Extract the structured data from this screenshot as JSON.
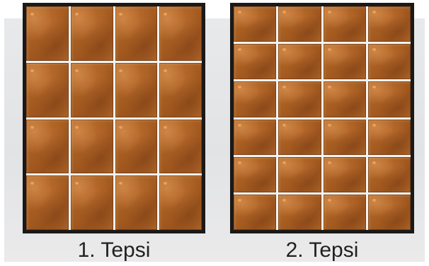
{
  "trays": [
    {
      "caption": "1. Tepsi",
      "rows": 4,
      "cols": 4
    },
    {
      "caption": "2. Tepsi",
      "rows": 6,
      "cols": 4
    }
  ],
  "colors": {
    "tray_border": "#1b1918",
    "piece": "#a85e22",
    "gap": "#f4f3f1",
    "background": "#e5e6e8"
  }
}
